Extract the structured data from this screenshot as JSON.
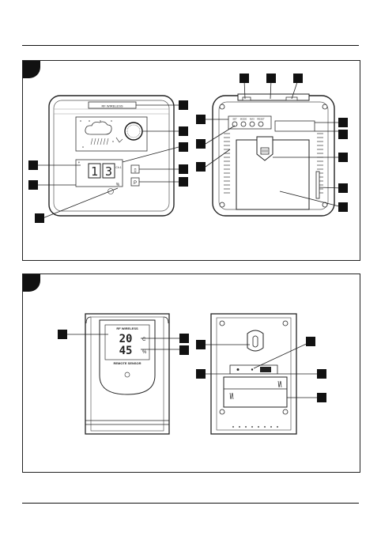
{
  "figures": [
    {
      "tab_color": "#111111",
      "callouts": [
        "",
        "",
        "",
        "",
        "",
        "",
        "",
        "",
        "",
        "",
        "",
        "",
        "",
        "",
        "",
        "",
        "",
        "",
        ""
      ],
      "front_labels": {
        "top_strip": "RF WIRELESS",
        "channel_sub": "Ch.1",
        "humidity_unit": "%"
      },
      "back_labels": {
        "buttons": [
          "SET",
          "MODE",
          "MAX",
          "RESET"
        ]
      }
    },
    {
      "tab_color": "#111111",
      "callouts": [
        "",
        "",
        "",
        "",
        "",
        "",
        "",
        ""
      ],
      "sensor_labels": {
        "title": "RF WIRELESS",
        "temperature": "20",
        "temp_unit": "C",
        "humidity": "45",
        "humidity_unit": "%",
        "footer": "REMOTE SENSOR"
      }
    }
  ]
}
